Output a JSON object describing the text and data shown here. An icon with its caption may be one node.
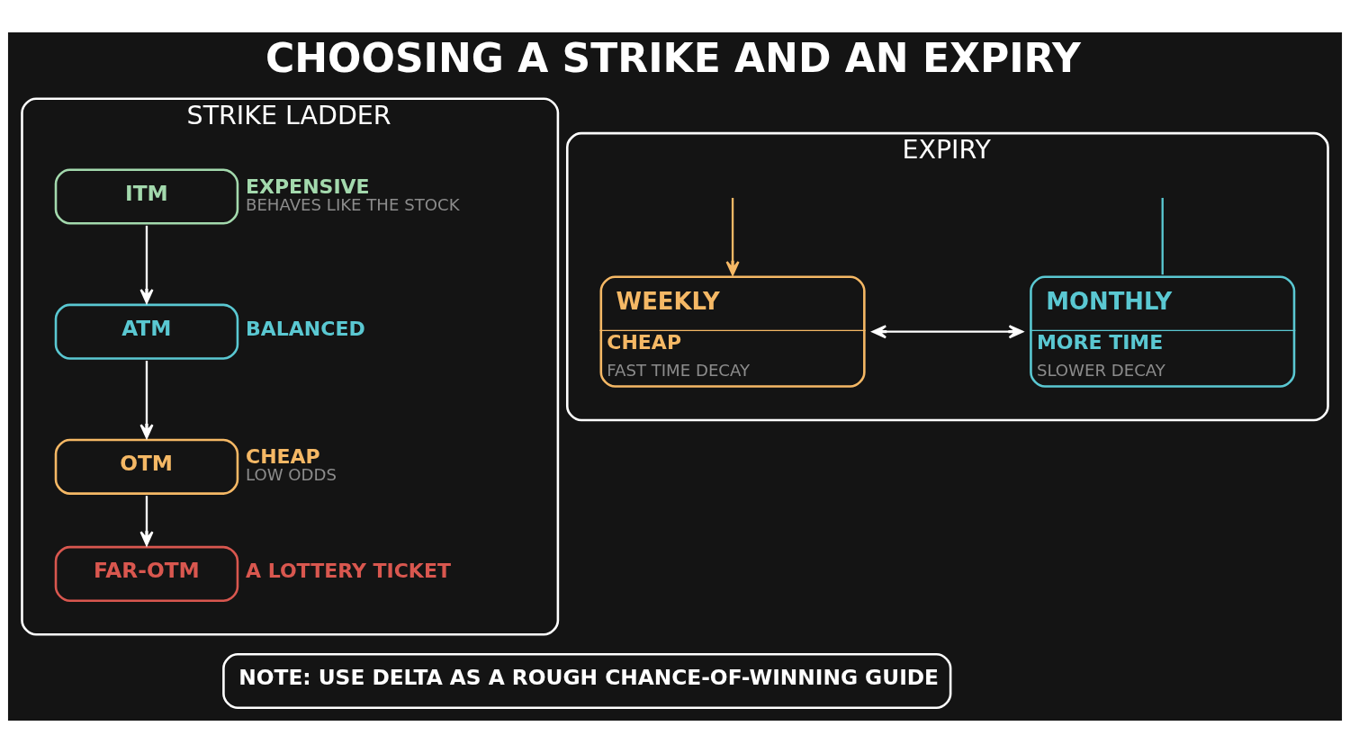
{
  "diagram": {
    "title": "CHOOSING A STRIKE AND AN EXPIRY",
    "nodes": [
      {
        "text": [
          "STRIKE LADDER"
        ]
      },
      {
        "text": [
          "ITM"
        ],
        "in": 0,
        "beside": [
          "EXPENSIVE",
          "BEHAVES LIKE THE STOCK"
        ]
      },
      {
        "text": [
          "ATM"
        ],
        "in": 0,
        "beside": [
          "BALANCED"
        ]
      },
      {
        "text": [
          "OTM"
        ],
        "in": 0,
        "beside": [
          "CHEAP",
          "LOW ODDS"
        ]
      },
      {
        "text": [
          "FAR-OTM"
        ],
        "in": 0,
        "beside": [
          "A LOTTERY TICKET"
        ]
      },
      {
        "text": [
          "EXPIRY"
        ]
      },
      {
        "text": [
          "WEEKLY",
          "CHEAP",
          "FAST TIME DECAY"
        ],
        "in": 5
      },
      {
        "text": [
          "MONTHLY",
          "MORE TIME",
          "SLOWER DECAY"
        ],
        "in": 5
      },
      {
        "text": [
          "NOTE: USE DELTA AS A ROUGH CHANCE-OF-WINNING GUIDE"
        ]
      }
    ],
    "edges": [
      {
        "from": 1,
        "to": 2,
        "arrow": "to"
      },
      {
        "from": 2,
        "to": 3,
        "arrow": "to"
      },
      {
        "from": 3,
        "to": 4,
        "arrow": "to"
      },
      {
        "from": null,
        "to": 6,
        "arrow": "to",
        "color": "#f5b865"
      },
      {
        "from": null,
        "to": 7,
        "arrow": "none",
        "color": "#5ac8d2"
      },
      {
        "from": 6,
        "to": 7,
        "arrow": "both"
      }
    ]
  }
}
